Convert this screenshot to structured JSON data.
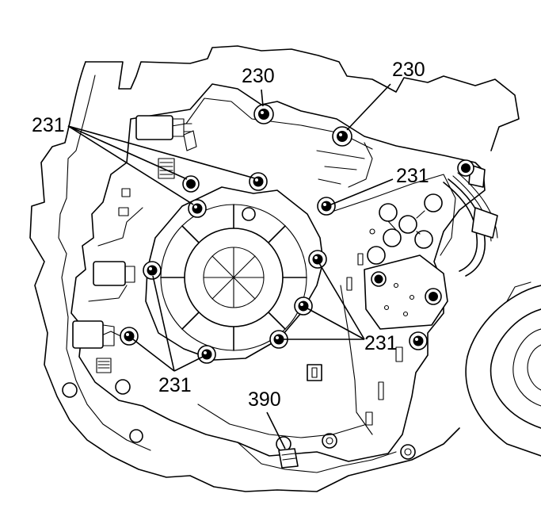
{
  "callouts": {
    "c230_a": "230",
    "c230_b": "230",
    "c231_top_left": "231",
    "c231_right": "231",
    "c231_lower_right": "231",
    "c231_bottom": "231",
    "c390": "390"
  }
}
